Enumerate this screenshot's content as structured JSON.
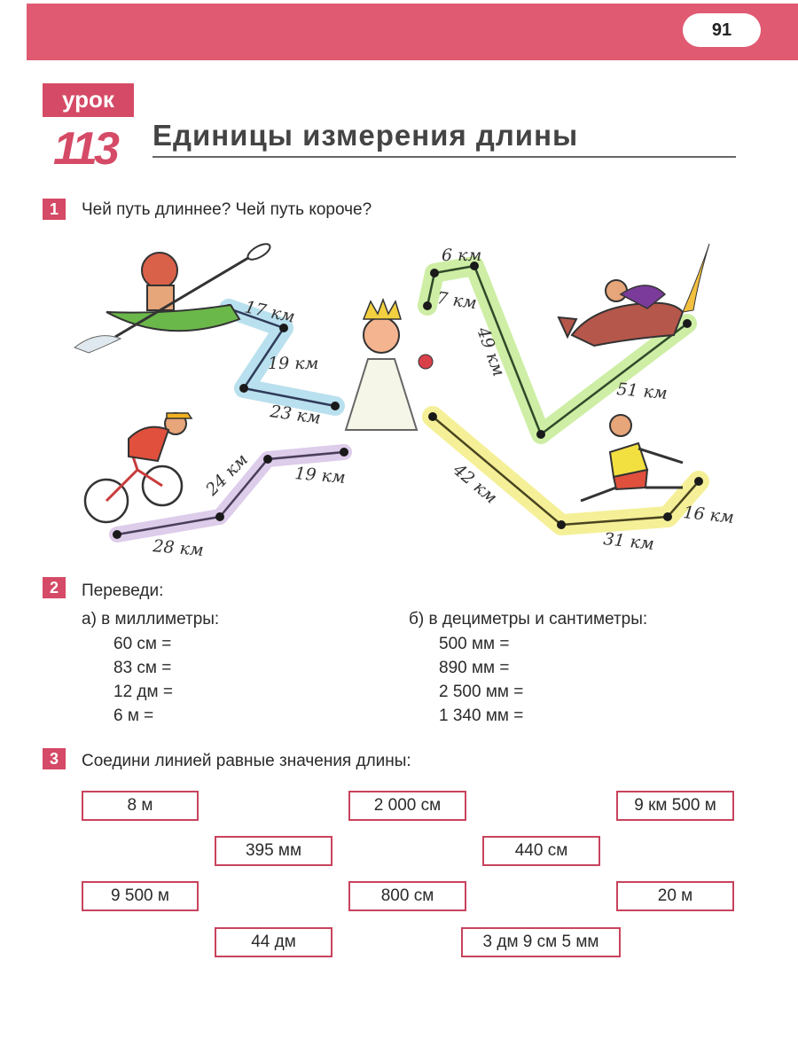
{
  "header": {
    "page_number": "91"
  },
  "lesson": {
    "label": "урок",
    "number": "113",
    "title": "Единицы измерения длины"
  },
  "task1": {
    "number": "1",
    "question": "Чей путь длиннее? Чей путь короче?",
    "kayak_path": [
      "17 км",
      "19 км",
      "23 км"
    ],
    "bike_path": [
      "28 км",
      "24 км",
      "19 км"
    ],
    "horse_path": [
      "6 км",
      "7 км",
      "49 км",
      "51 км"
    ],
    "runner_path": [
      "42 км",
      "31 км",
      "16 км"
    ]
  },
  "task2": {
    "number": "2",
    "instruction": "Переведи:",
    "part_a": {
      "label": "а) в миллиметры:",
      "items": [
        "60 см =",
        "83 см =",
        "12 дм =",
        "6 м ="
      ]
    },
    "part_b": {
      "label": "б) в дециметры и сантиметры:",
      "items": [
        "500 мм =",
        "890 мм =",
        "2 500 мм =",
        "1 340 мм ="
      ]
    }
  },
  "task3": {
    "number": "3",
    "instruction": "Соедини линией равные значения длины:",
    "boxes": [
      "8 м",
      "2 000 см",
      "9 км 500 м",
      "395 мм",
      "440 см",
      "9 500 м",
      "800 см",
      "20 м",
      "44 дм",
      "3 дм 9 см 5 мм"
    ]
  },
  "colors": {
    "accent": "#d54a66",
    "kayak_path": "#a8d8ea",
    "bike_path": "#d9c6e8",
    "horse_path": "#c8ec9a",
    "runner_path": "#f4ee8c"
  }
}
